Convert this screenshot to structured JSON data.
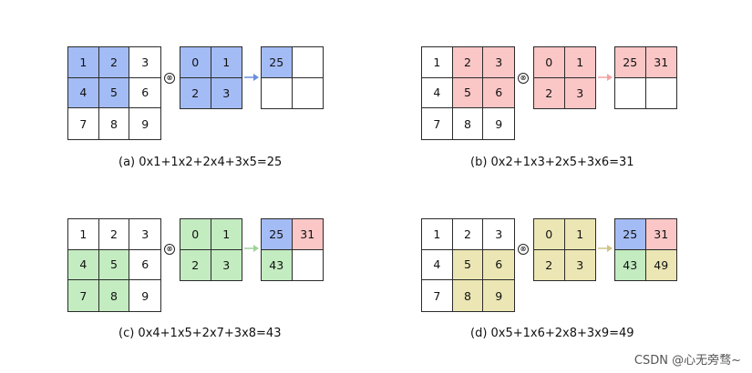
{
  "colors": {
    "blue": "#a4bcf5",
    "pink": "#fbc6c6",
    "green": "#c3ecc0",
    "yellow": "#ece6b4",
    "arrow_blue": "#6a8ee0",
    "arrow_pink": "#f3a3a3",
    "arrow_green": "#9fd39a",
    "arrow_yellow": "#cfc489"
  },
  "operator_symbol": "⊗",
  "panels": [
    {
      "id": "a",
      "color": "blue",
      "input": [
        "1",
        "2",
        "3",
        "4",
        "5",
        "6",
        "7",
        "8",
        "9"
      ],
      "input_highlight": [
        0,
        1,
        3,
        4
      ],
      "kernel": [
        "0",
        "1",
        "2",
        "3"
      ],
      "output": [
        "25",
        "",
        "",
        ""
      ],
      "output_colors": [
        "blue",
        "",
        "",
        ""
      ],
      "caption": "(a) 0x1+1x2+2x4+3x5=25"
    },
    {
      "id": "b",
      "color": "pink",
      "input": [
        "1",
        "2",
        "3",
        "4",
        "5",
        "6",
        "7",
        "8",
        "9"
      ],
      "input_highlight": [
        1,
        2,
        4,
        5
      ],
      "kernel": [
        "0",
        "1",
        "2",
        "3"
      ],
      "output": [
        "25",
        "31",
        "",
        ""
      ],
      "output_colors": [
        "pink",
        "pink",
        "",
        ""
      ],
      "caption": "(b) 0x2+1x3+2x5+3x6=31"
    },
    {
      "id": "c",
      "color": "green",
      "input": [
        "1",
        "2",
        "3",
        "4",
        "5",
        "6",
        "7",
        "8",
        "9"
      ],
      "input_highlight": [
        3,
        4,
        6,
        7
      ],
      "kernel": [
        "0",
        "1",
        "2",
        "3"
      ],
      "output": [
        "25",
        "31",
        "43",
        ""
      ],
      "output_colors": [
        "blue",
        "pink",
        "green",
        ""
      ],
      "caption": "(c) 0x4+1x5+2x7+3x8=43"
    },
    {
      "id": "d",
      "color": "yellow",
      "input": [
        "1",
        "2",
        "3",
        "4",
        "5",
        "6",
        "7",
        "8",
        "9"
      ],
      "input_highlight": [
        4,
        5,
        7,
        8
      ],
      "kernel": [
        "0",
        "1",
        "2",
        "3"
      ],
      "output": [
        "25",
        "31",
        "43",
        "49"
      ],
      "output_colors": [
        "blue",
        "pink",
        "green",
        "yellow"
      ],
      "caption": "(d) 0x5+1x6+2x8+3x9=49"
    }
  ],
  "watermark": "CSDN @心无旁骛~"
}
